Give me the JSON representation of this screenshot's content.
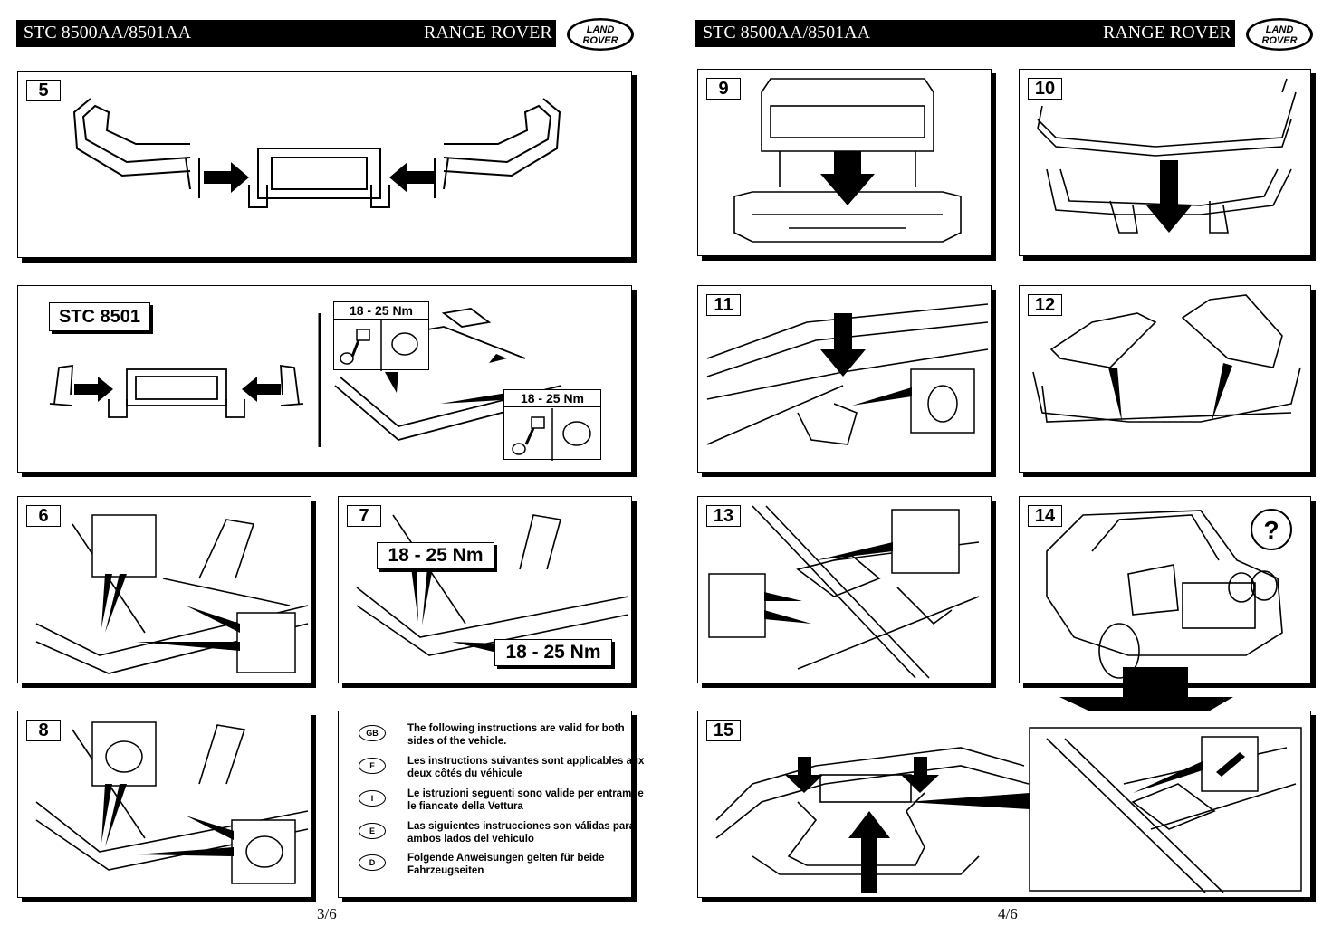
{
  "left_page": {
    "header_code": "STC 8500AA/8501AA",
    "header_model": "RANGE ROVER",
    "logo_line1": "LAND",
    "logo_line2": "ROVER",
    "page_number": "3/6"
  },
  "right_page": {
    "header_code": "STC 8500AA/8501AA",
    "header_model": "RANGE ROVER",
    "logo_line1": "LAND",
    "logo_line2": "ROVER",
    "page_number": "4/6"
  },
  "steps": {
    "s5": "5",
    "s6": "6",
    "s7": "7",
    "s8": "8",
    "s9": "9",
    "s10": "10",
    "s11": "11",
    "s12": "12",
    "s13": "13",
    "s14": "14",
    "s15": "15"
  },
  "stc8501_label": "STC 8501",
  "torque": {
    "box_a": "18 - 25 Nm",
    "box_b": "18 - 25 Nm",
    "step7_a": "18 - 25 Nm",
    "step7_b": "18 - 25 Nm"
  },
  "question_mark": "?",
  "instructions": [
    {
      "lang": "GB",
      "text": "The following instructions are valid for both sides of the vehicle."
    },
    {
      "lang": "F",
      "text": "Les instructions suivantes sont applicables aux deux côtés du véhicule"
    },
    {
      "lang": "I",
      "text": "Le istruzioni seguenti sono valide per entrambe le fiancate della Vettura"
    },
    {
      "lang": "E",
      "text": "Las siguientes instrucciones son válidas para ambos lados del vehiculo"
    },
    {
      "lang": "D",
      "text": "Folgende Anweisungen gelten für beide Fahrzeugseiten"
    }
  ]
}
